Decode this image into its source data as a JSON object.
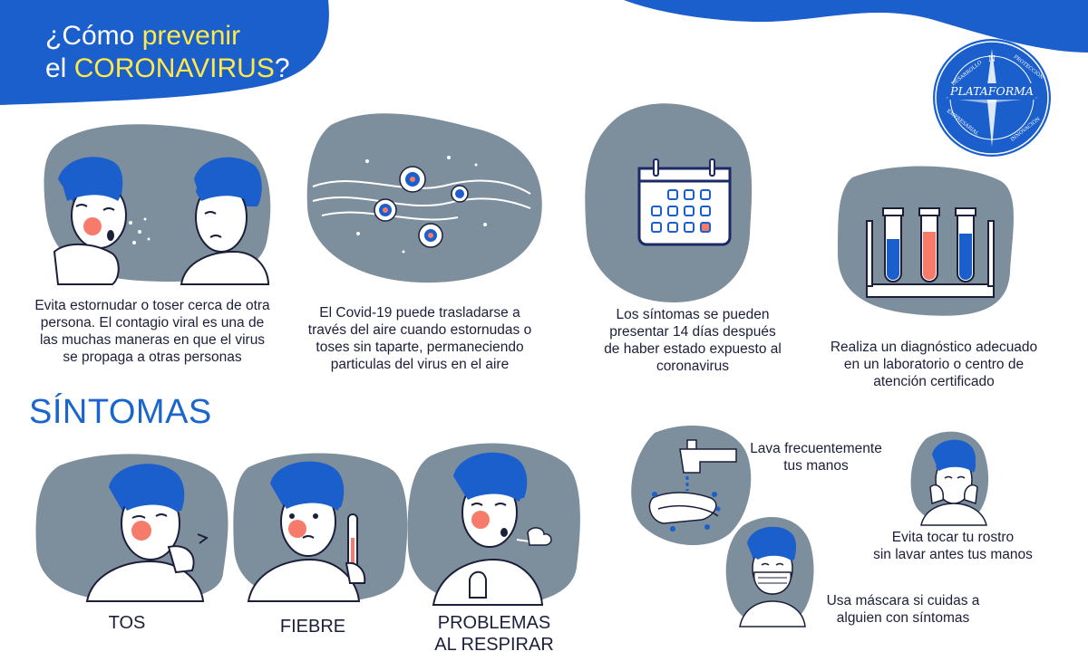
{
  "header": {
    "title_prefix": "¿Cómo",
    "title_highlight": "prevenir",
    "title_line2_prefix": "el",
    "title_line2_highlight": "CORONAVIRUS",
    "title_line2_suffix": "?"
  },
  "logo": {
    "text": "PLATAFORMA",
    "north": "N",
    "ring_top_left": "DESARROLLO",
    "ring_top_right": "PROTECCIÓN",
    "ring_bottom_left": "EMPRESARIAL",
    "ring_bottom_right": "INNOVACIÓN"
  },
  "prevention": [
    {
      "text": "Evita estornudar o toser cerca de otra persona. El contagio viral es una de las muchas maneras en que el virus se propaga a otras personas"
    },
    {
      "text": "El Covid-19 puede trasladarse a través del aire cuando estornudas o toses sin taparte, permaneciendo particulas del virus en el aire"
    },
    {
      "text": "Los síntomas se pueden presentar 14 días después de haber estado expuesto al coronavirus"
    },
    {
      "text": "Realiza un diagnóstico adecuado en un laboratorio o centro de atención certificado"
    }
  ],
  "symptoms": {
    "heading": "SÍNTOMAS",
    "items": [
      {
        "label": "TOS"
      },
      {
        "label": "FIEBRE"
      },
      {
        "label_line1": "PROBLEMAS",
        "label_line2": "AL RESPIRAR"
      }
    ]
  },
  "tips": [
    {
      "line1": "Lava frecuentemente",
      "line2": "tus manos"
    },
    {
      "line1": "Evita tocar tu rostro",
      "line2": "sin lavar antes tus manos"
    },
    {
      "line1": "Usa máscara si cuidas a",
      "line2": "alguien con síntomas"
    }
  ],
  "colors": {
    "brand_blue": "#1a5fcc",
    "highlight_yellow": "#ffe94a",
    "blob_gray": "#7d8e9c",
    "cheek": "#f77b6a"
  }
}
